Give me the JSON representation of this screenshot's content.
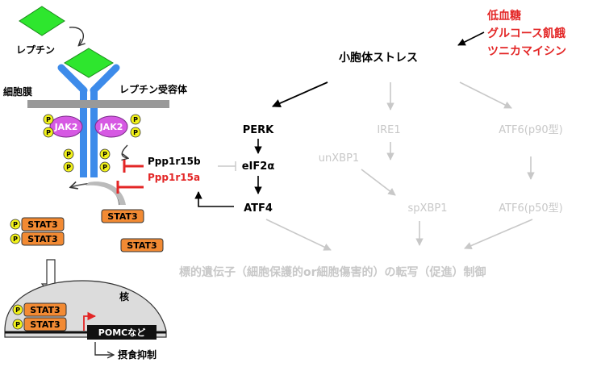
{
  "colors": {
    "leptin_green": "#2EE62E",
    "receptor_blue": "#3D8BEA",
    "membrane_gray": "#999999",
    "jak2_purple": "#D659E3",
    "phospho_yellow": "#F2F21A",
    "stat3_orange": "#F28A33",
    "inhibit_red": "#E32626",
    "faded_gray": "#C8C8C8",
    "nucleus_gray": "#DCDCDC"
  },
  "labels": {
    "leptin": "レプチン",
    "leptin_receptor": "レプチン受容体",
    "cell_membrane": "細胞膜",
    "jak2": "JAK2",
    "phospho": "P",
    "stat3": "STAT3",
    "ppp1r15b": "Ppp1r15b",
    "ppp1r15a": "Ppp1r15a",
    "nucleus": "核",
    "pomc": "POMCなど",
    "feeding_suppression": "摂食抑制"
  },
  "stress": {
    "title": "小胞体ストレス",
    "inducers": [
      "低血糖",
      "グルコース飢餓",
      "ツニカマイシン"
    ]
  },
  "upr": {
    "perk": "PERK",
    "eif2a": "eIF2α",
    "atf4": "ATF4",
    "ire1": "IRE1",
    "unxbp1": "unXBP1",
    "spxbp1": "spXBP1",
    "atf6_p90": "ATF6(p90型)",
    "atf6_p50": "ATF6(p50型)",
    "target_genes": "標的遺伝子（細胞保護的or細胞傷害的）の転写（促進）制御"
  }
}
